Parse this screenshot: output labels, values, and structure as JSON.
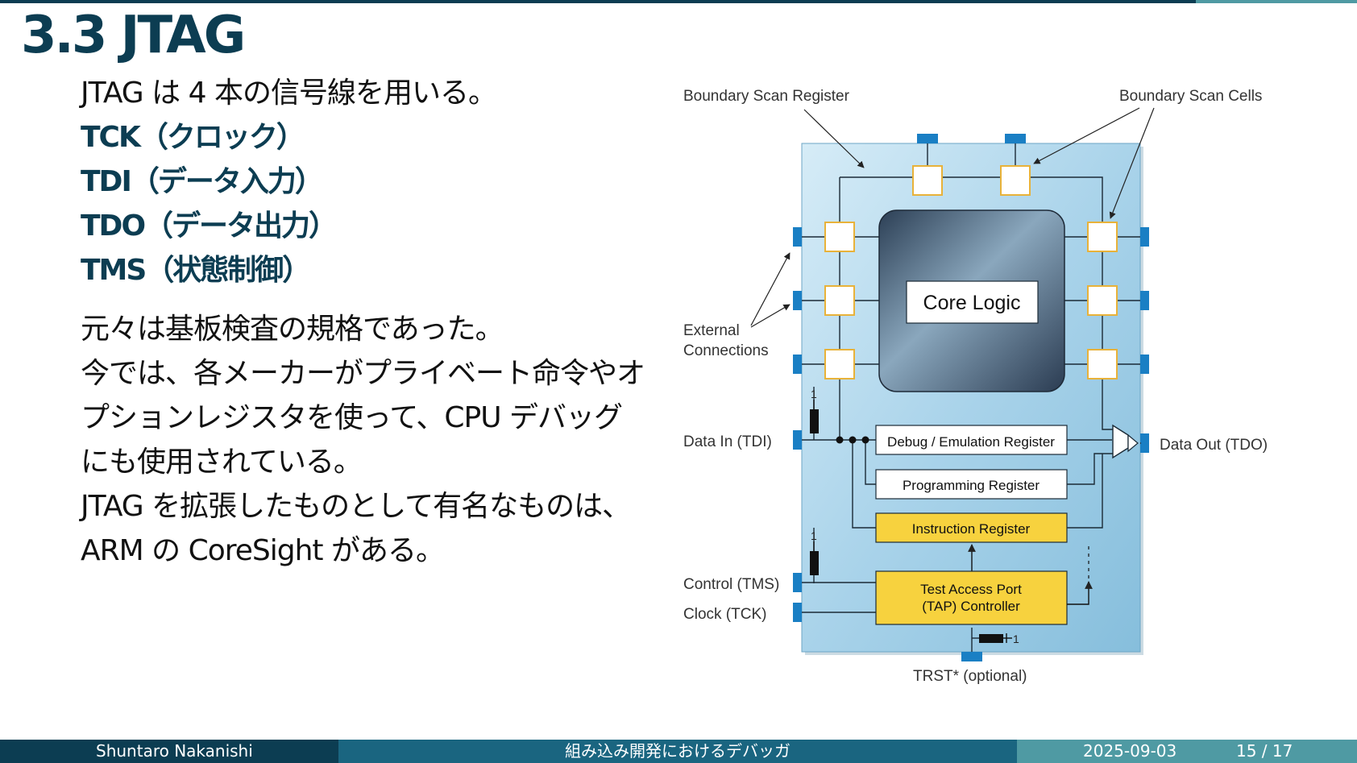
{
  "slide": {
    "title": "3.3 JTAG",
    "intro": "JTAG は 4 本の信号線を用いる。",
    "signals": [
      "TCK（クロック）",
      "TDI（データ入力）",
      "TDO（データ出力）",
      "TMS（状態制御）"
    ],
    "paragraph_lines": [
      "元々は基板検査の規格であった。",
      "今では、各メーカーがプライベート命令やオ",
      "プションレジスタを使って、CPU デバッグ",
      "にも使用されている。",
      "JTAG を拡張したものとして有名なものは、",
      "ARM の CoreSight がある。"
    ]
  },
  "diagram": {
    "boundary_scan_register": "Boundary Scan Register",
    "boundary_scan_cells": "Boundary Scan Cells",
    "external_1": "External",
    "external_2": "Connections",
    "core_logic": "Core Logic",
    "debug_register": "Debug / Emulation Register",
    "programming_register": "Programming Register",
    "instruction_register": "Instruction Register",
    "tap_1": "Test Access Port",
    "tap_2": "(TAP) Controller",
    "data_in": "Data In (TDI)",
    "data_out": "Data Out (TDO)",
    "control": "Control (TMS)",
    "clock": "Clock (TCK)",
    "trst": "TRST* (optional)",
    "one_label": "1",
    "colors": {
      "chip_fill": "#a8d4ea",
      "pin": "#1a7fc4",
      "register_yellow": "#f7d23e",
      "cell_border": "#e8b23a"
    }
  },
  "footer": {
    "author": "Shuntaro Nakanishi",
    "talk_title": "組み込み開発におけるデバッガ",
    "date": "2025-09-03",
    "page": "15 / 17"
  }
}
